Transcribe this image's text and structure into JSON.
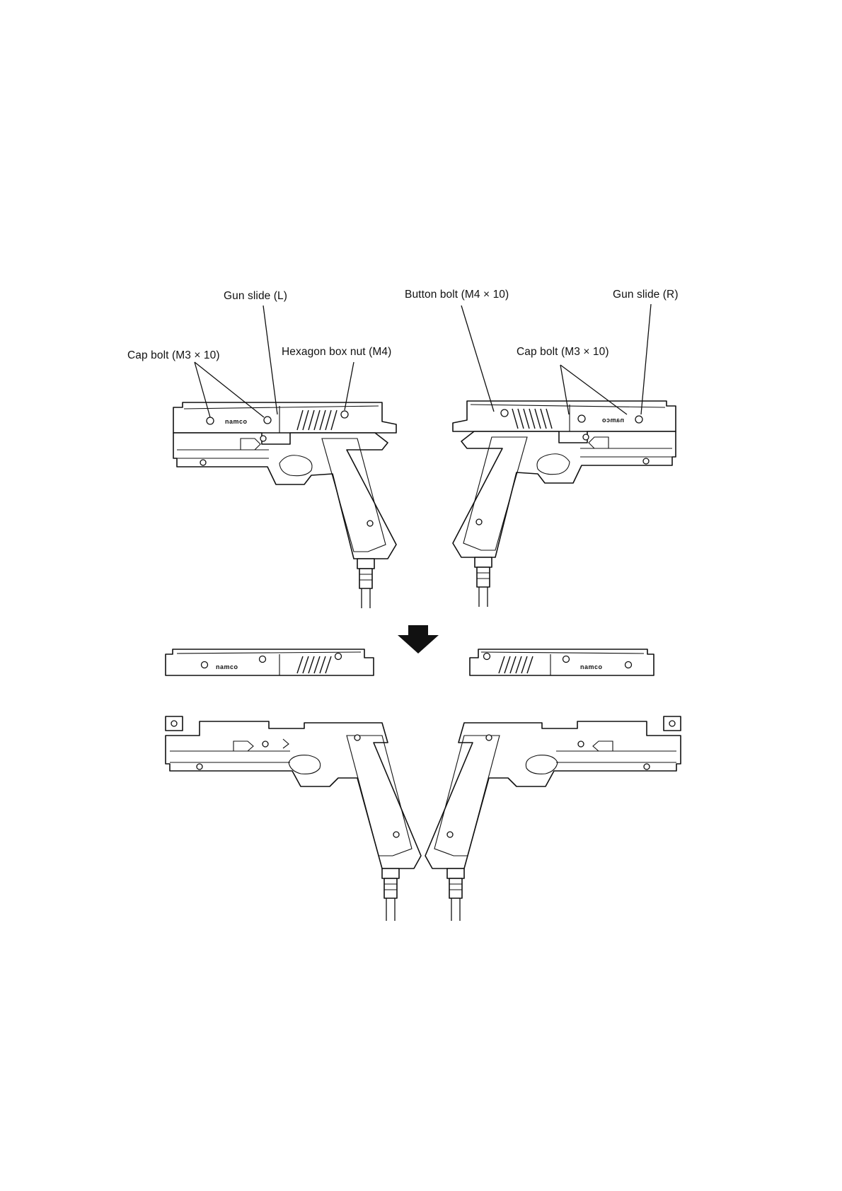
{
  "labels": {
    "gun_slide_l": "Gun slide (L)",
    "cap_bolt_left": "Cap bolt (M3 × 10)",
    "hex_box_nut": "Hexagon box nut (M4)",
    "button_bolt": "Button bolt (M4 × 10)",
    "gun_slide_r": "Gun slide (R)",
    "cap_bolt_right": "Cap bolt (M3 × 10)"
  },
  "logo_text": "namco",
  "arrow": "down-arrow"
}
